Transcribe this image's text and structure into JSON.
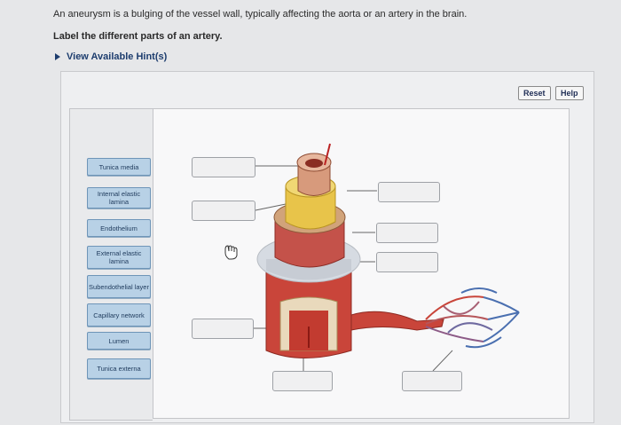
{
  "question": {
    "text": "An aneurysm is a bulging of the vessel wall, typically affecting the aorta or an artery in the brain.",
    "instruction": "Label the different parts of an artery.",
    "hints_link": "View Available Hint(s)"
  },
  "toolbar": {
    "reset_label": "Reset",
    "help_label": "Help"
  },
  "labels": [
    "Tunica media",
    "Internal elastic lamina",
    "Endothelium",
    "External elastic lamina",
    "Subendothelial layer",
    "Capillary network",
    "Lumen",
    "Tunica externa"
  ],
  "colors": {
    "tile_fill": "#b8d1e6",
    "artery_red": "#c9453a",
    "elastic_yellow": "#e8c44a",
    "vein_blue": "#4a6fb0"
  },
  "icons": {
    "cursor": "hand-pointer-icon",
    "hint_toggle": "triangle-right-icon"
  }
}
